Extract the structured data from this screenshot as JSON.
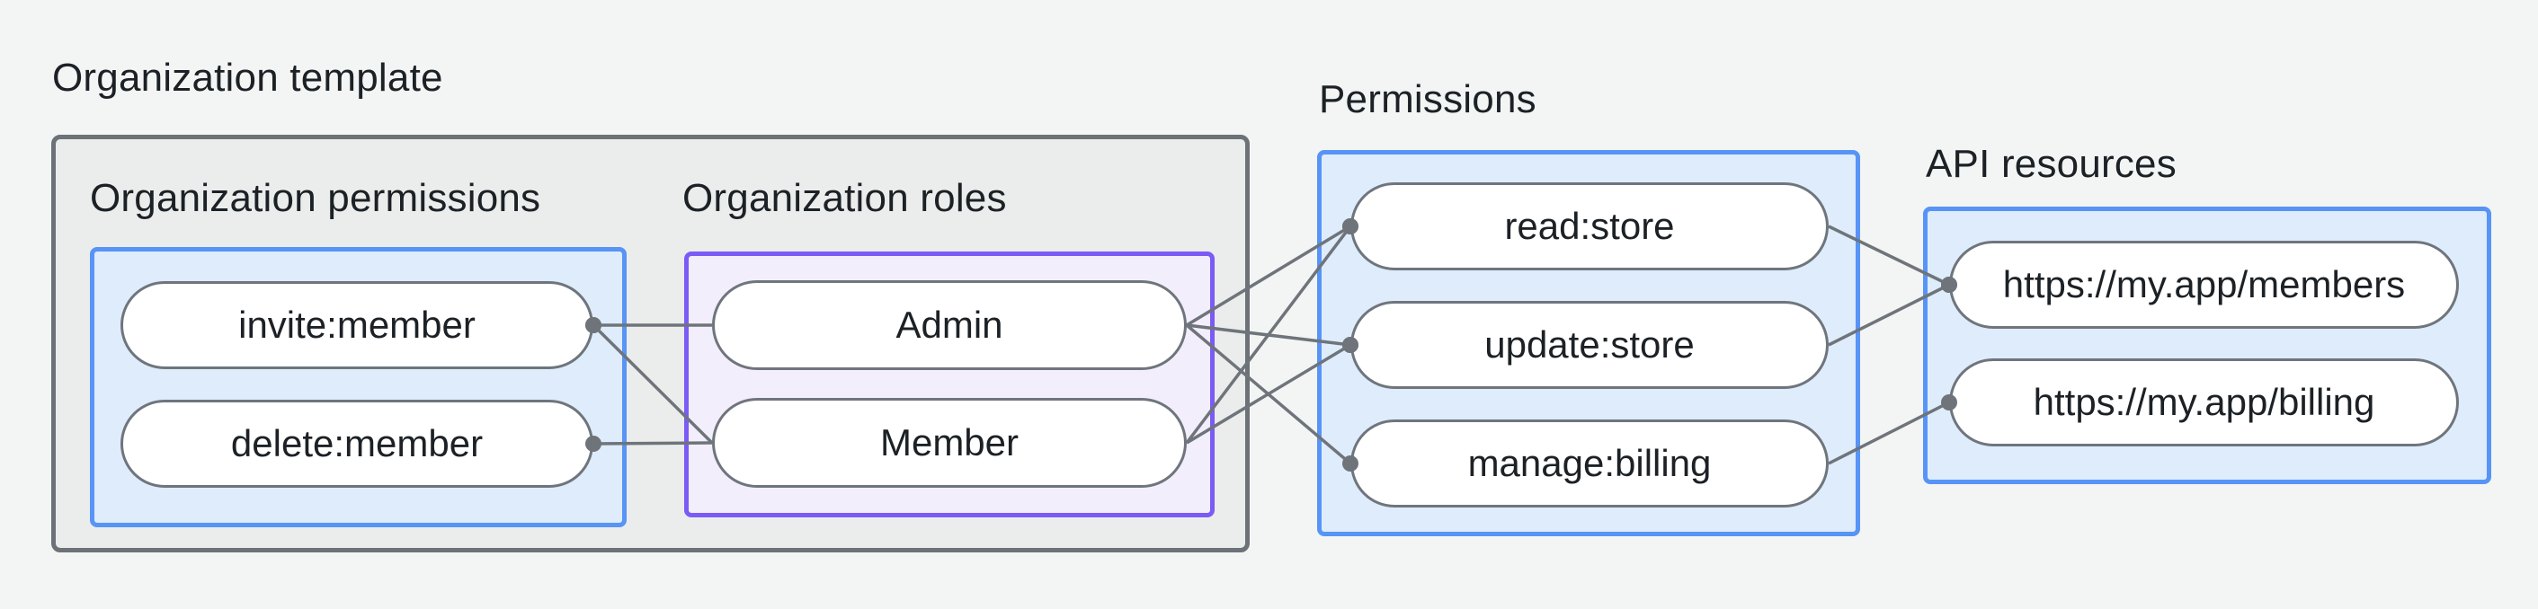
{
  "colors": {
    "page_bg": "#f3f5f4",
    "gray_fill": "#ebedec",
    "gray_border": "#6c7277",
    "blue_fill": "#deecfb",
    "blue_border": "#5794f6",
    "purple_fill": "#f3eefb",
    "purple_border": "#7b5bf5",
    "pill_fill": "#ffffff",
    "pill_border": "#6f757c",
    "line": "#6e747a",
    "text": "#1c2126"
  },
  "groups": {
    "org_template": {
      "title": "Organization template"
    },
    "org_permissions": {
      "title": "Organization permissions",
      "items": [
        {
          "id": "invite",
          "label": "invite:member"
        },
        {
          "id": "delete",
          "label": "delete:member"
        }
      ]
    },
    "org_roles": {
      "title": "Organization roles",
      "items": [
        {
          "id": "admin",
          "label": "Admin"
        },
        {
          "id": "member",
          "label": "Member"
        }
      ]
    },
    "permissions": {
      "title": "Permissions",
      "items": [
        {
          "id": "read",
          "label": "read:store"
        },
        {
          "id": "update",
          "label": "update:store"
        },
        {
          "id": "manage",
          "label": "manage:billing"
        }
      ]
    },
    "api_resources": {
      "title": "API resources",
      "items": [
        {
          "id": "members",
          "label": "https://my.app/members"
        },
        {
          "id": "billing",
          "label": "https://my.app/billing"
        }
      ]
    }
  },
  "connections": [
    {
      "from": "invite",
      "to": "admin",
      "dot": "from"
    },
    {
      "from": "invite",
      "to": "member",
      "dot": "from"
    },
    {
      "from": "delete",
      "to": "member",
      "dot": "from"
    },
    {
      "from": "admin",
      "to": "read",
      "dot": "to"
    },
    {
      "from": "admin",
      "to": "update",
      "dot": "to"
    },
    {
      "from": "admin",
      "to": "manage",
      "dot": "to"
    },
    {
      "from": "member",
      "to": "read",
      "dot": "to"
    },
    {
      "from": "member",
      "to": "update",
      "dot": "to"
    },
    {
      "from": "read",
      "to": "members",
      "dot": "to"
    },
    {
      "from": "update",
      "to": "members",
      "dot": "to"
    },
    {
      "from": "manage",
      "to": "billing",
      "dot": "to"
    }
  ]
}
